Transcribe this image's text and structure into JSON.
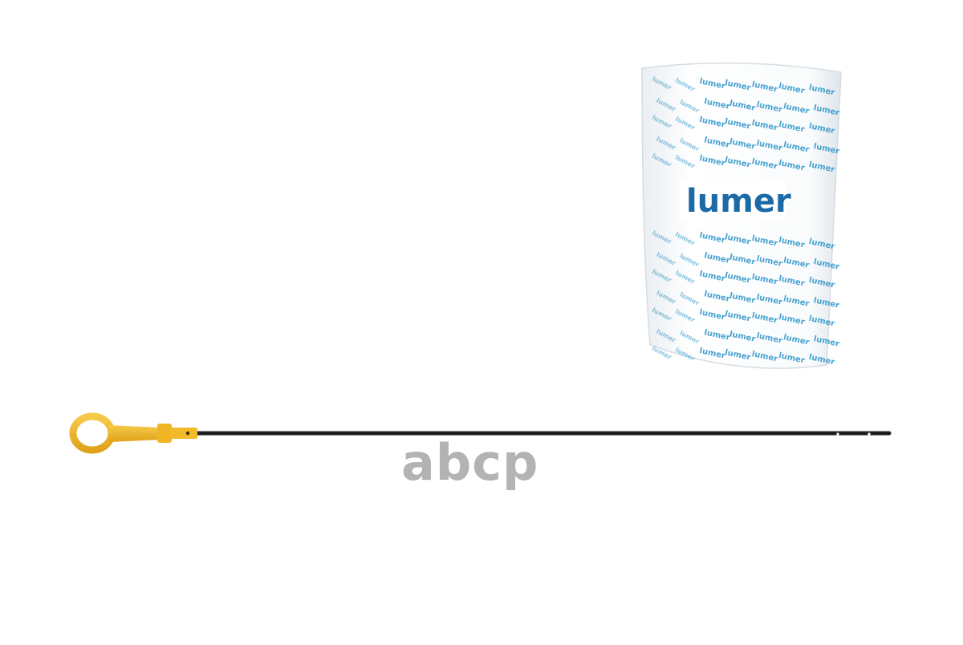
{
  "package": {
    "brand": "lumer",
    "pattern_text": "lumer",
    "brand_color": "#1b6aa5",
    "pattern_color": "#2a93c9"
  },
  "product": {
    "name": "oil dipstick",
    "handle_color": "#f2b41f",
    "rod_color": "#1e1e1e"
  },
  "watermark": {
    "text": "abcp",
    "color": "#b3b3b3"
  }
}
